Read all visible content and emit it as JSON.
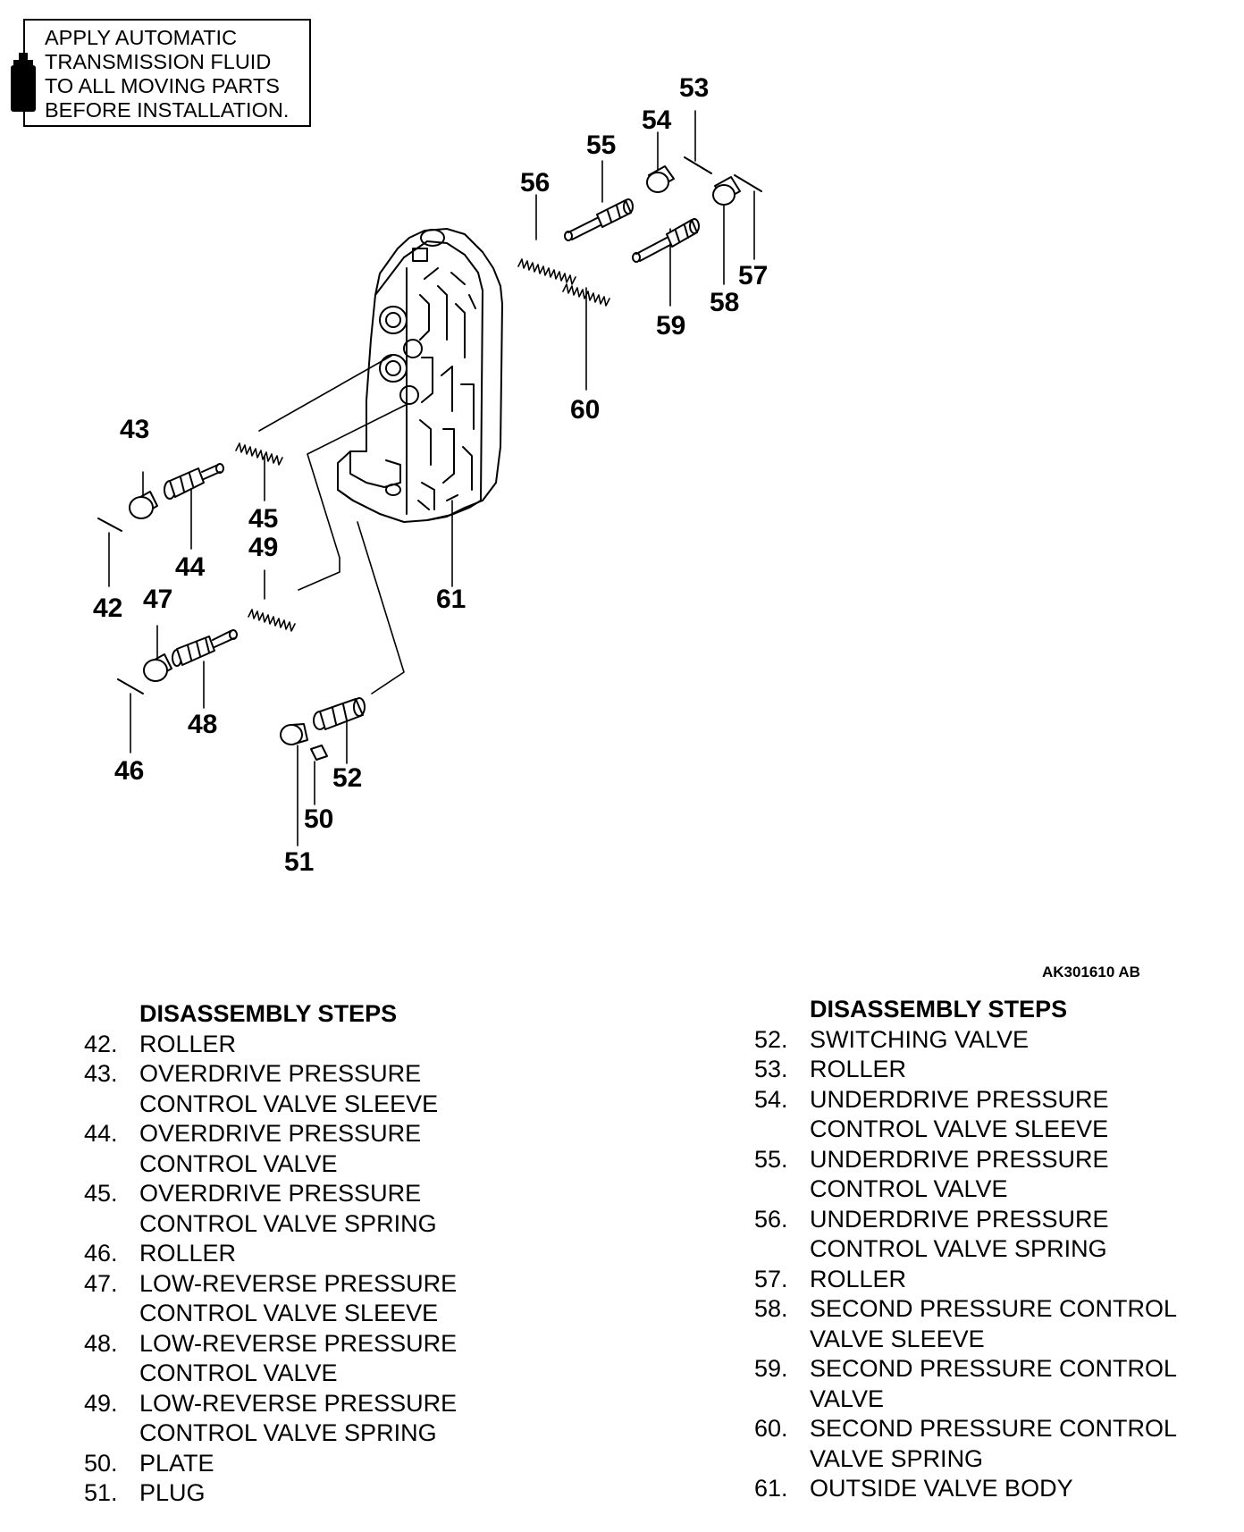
{
  "note": {
    "lines": [
      "APPLY AUTOMATIC",
      "TRANSMISSION FLUID",
      "TO ALL MOVING PARTS",
      "BEFORE INSTALLATION."
    ],
    "icon": "fluid-bottle-icon"
  },
  "callouts": [
    "53",
    "54",
    "55",
    "56",
    "57",
    "58",
    "59",
    "60",
    "43",
    "44",
    "45",
    "49",
    "42",
    "47",
    "48",
    "46",
    "61",
    "52",
    "50",
    "51"
  ],
  "figure_ref": "AK301610 AB",
  "left_steps": {
    "heading": "DISASSEMBLY STEPS",
    "items": [
      {
        "num": "42.",
        "lines": [
          "ROLLER"
        ]
      },
      {
        "num": "43.",
        "lines": [
          "OVERDRIVE PRESSURE",
          "CONTROL VALVE SLEEVE"
        ]
      },
      {
        "num": "44.",
        "lines": [
          "OVERDRIVE PRESSURE",
          "CONTROL VALVE"
        ]
      },
      {
        "num": "45.",
        "lines": [
          "OVERDRIVE PRESSURE",
          "CONTROL VALVE SPRING"
        ]
      },
      {
        "num": "46.",
        "lines": [
          "ROLLER"
        ]
      },
      {
        "num": "47.",
        "lines": [
          "LOW-REVERSE PRESSURE",
          "CONTROL VALVE SLEEVE"
        ]
      },
      {
        "num": "48.",
        "lines": [
          "LOW-REVERSE PRESSURE",
          "CONTROL VALVE"
        ]
      },
      {
        "num": "49.",
        "lines": [
          "LOW-REVERSE PRESSURE",
          "CONTROL VALVE SPRING"
        ]
      },
      {
        "num": "50.",
        "lines": [
          "PLATE"
        ]
      },
      {
        "num": "51.",
        "lines": [
          "PLUG"
        ]
      }
    ]
  },
  "right_steps": {
    "heading": "DISASSEMBLY STEPS",
    "items": [
      {
        "num": "52.",
        "lines": [
          "SWITCHING VALVE"
        ]
      },
      {
        "num": "53.",
        "lines": [
          "ROLLER"
        ]
      },
      {
        "num": "54.",
        "lines": [
          "UNDERDRIVE PRESSURE",
          "CONTROL VALVE SLEEVE"
        ]
      },
      {
        "num": "55.",
        "lines": [
          "UNDERDRIVE PRESSURE",
          "CONTROL VALVE"
        ]
      },
      {
        "num": "56.",
        "lines": [
          "UNDERDRIVE PRESSURE",
          "CONTROL VALVE SPRING"
        ]
      },
      {
        "num": "57.",
        "lines": [
          "ROLLER"
        ]
      },
      {
        "num": "58.",
        "lines": [
          "SECOND PRESSURE CONTROL",
          "VALVE SLEEVE"
        ]
      },
      {
        "num": "59.",
        "lines": [
          "SECOND PRESSURE CONTROL",
          "VALVE"
        ]
      },
      {
        "num": "60.",
        "lines": [
          "SECOND PRESSURE CONTROL",
          "VALVE SPRING"
        ]
      },
      {
        "num": "61.",
        "lines": [
          "OUTSIDE VALVE BODY"
        ]
      }
    ]
  }
}
